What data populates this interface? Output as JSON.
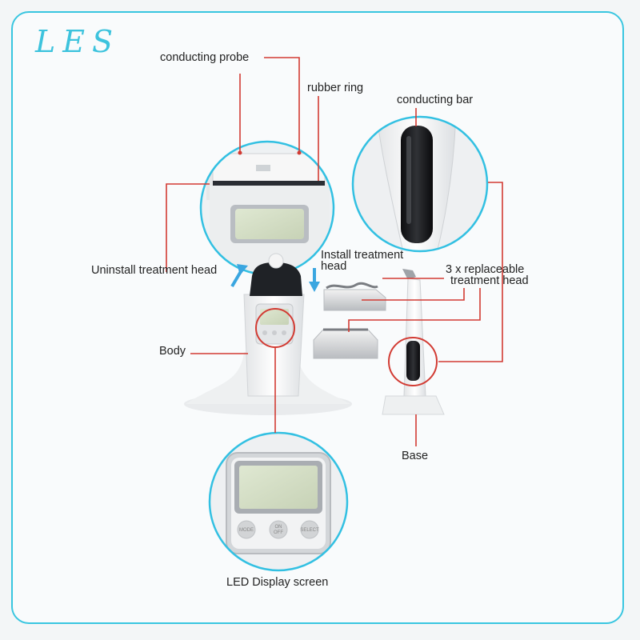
{
  "brand": {
    "logo_text": "LES"
  },
  "labels": {
    "conducting_probe": "conducting probe",
    "rubber_ring": "rubber ring",
    "conducting_bar": "conducting bar",
    "uninstall_head": "Uninstall treatment head",
    "install_head_line1": "Install treatment",
    "install_head_line2": "head",
    "replaceable_line1": "3 x replaceable",
    "replaceable_line2": "treatment head",
    "body": "Body",
    "base": "Base",
    "led_display": "LED Display screen"
  },
  "device_buttons": {
    "mode": "MODE",
    "on_off_line1": "ON",
    "on_off_line2": "OFF",
    "select": "SELECT"
  },
  "colors": {
    "frame": "#39c6e0",
    "callout_circle": "#32c0e2",
    "leader_line": "#d23b33",
    "arrow": "#3aa6e0"
  }
}
